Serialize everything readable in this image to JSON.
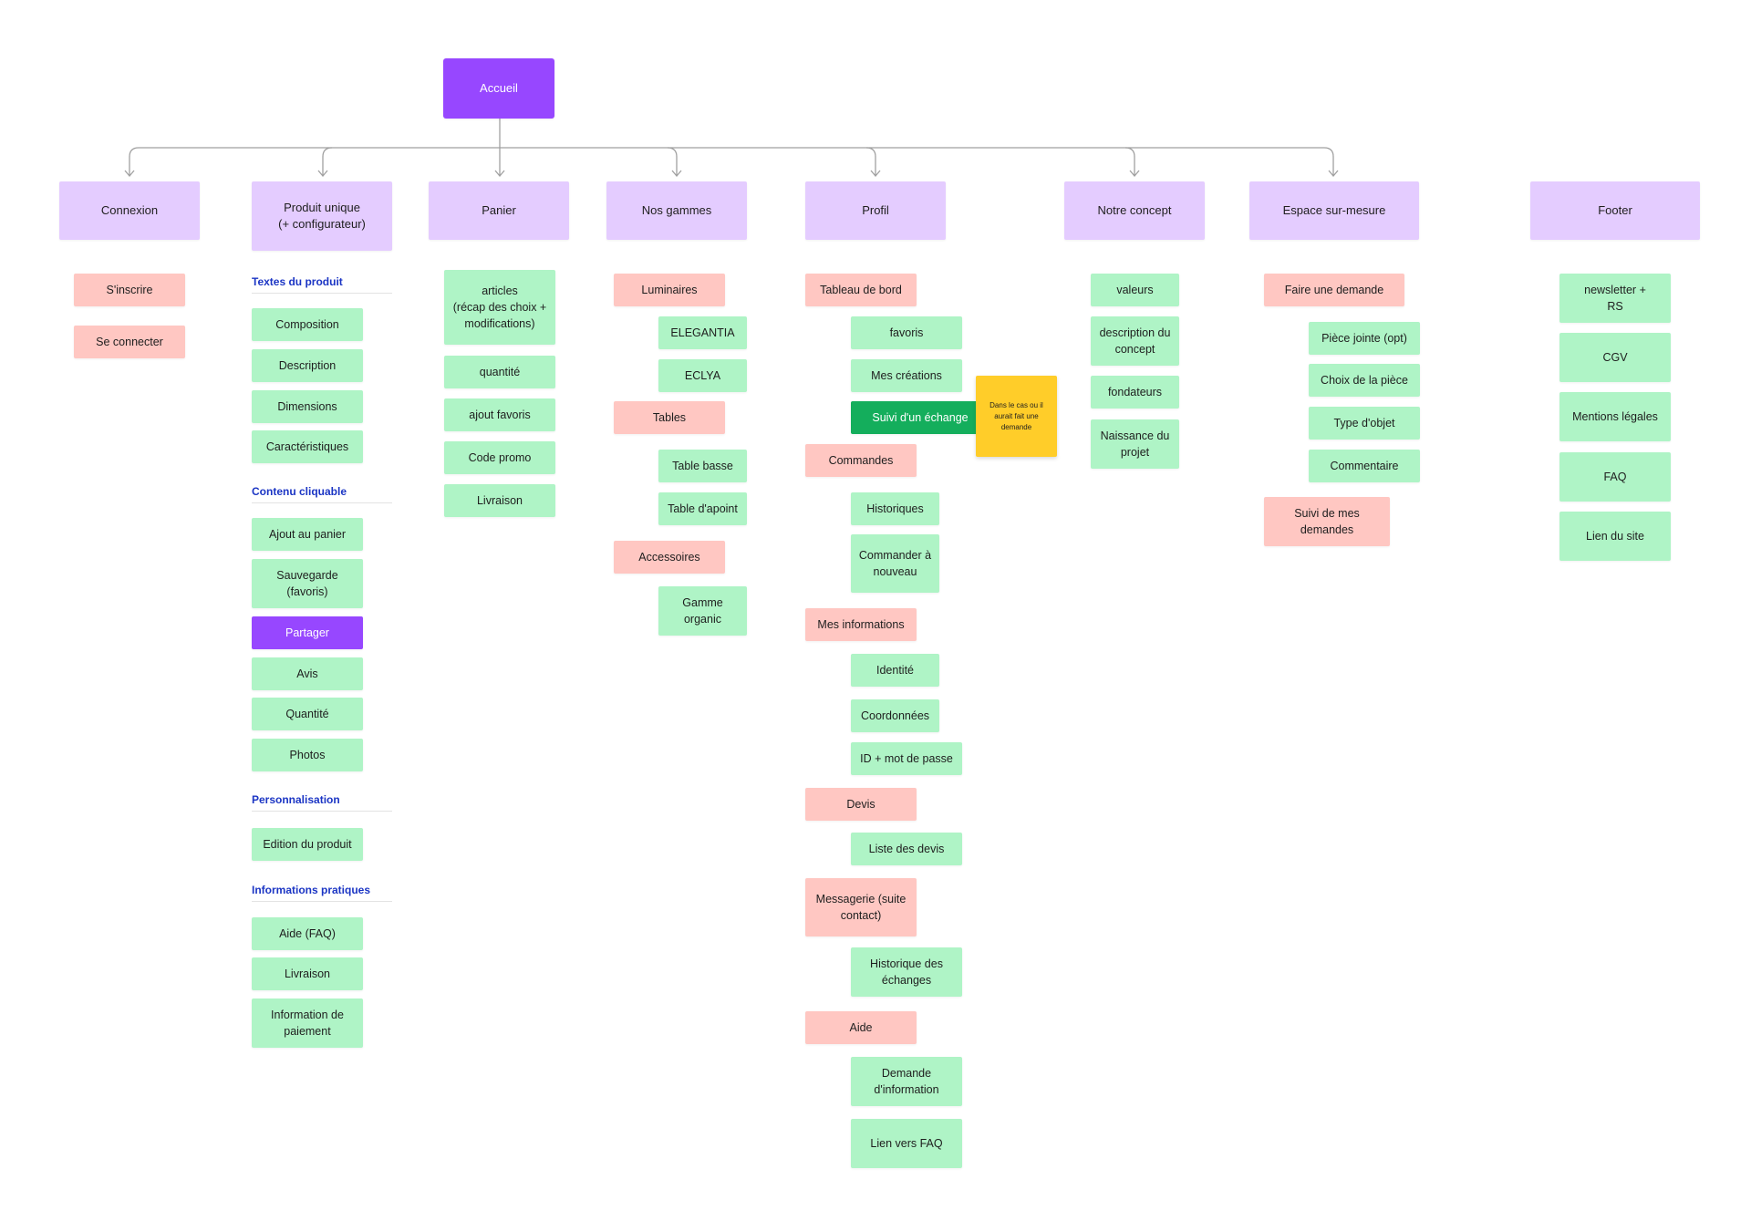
{
  "root": {
    "label": "Accueil"
  },
  "sections": {
    "connexion": "Connexion",
    "produit": "Produit unique\n(+ configurateur)",
    "panier": "Panier",
    "gammes": "Nos gammes",
    "profil": "Profil",
    "concept": "Notre concept",
    "surmesure": "Espace sur-mesure",
    "footer": "Footer"
  },
  "connexion": {
    "sinscrire": "S'inscrire",
    "seconnecter": "Se connecter"
  },
  "produit": {
    "headers": {
      "textes": "Textes du produit",
      "contenu": "Contenu cliquable",
      "perso": "Personnalisation",
      "infos": "Informations pratiques"
    },
    "composition": "Composition",
    "description": "Description",
    "dimensions": "Dimensions",
    "caracteristiques": "Caractéristiques",
    "ajout_panier": "Ajout au panier",
    "sauvegarde": "Sauvegarde\n(favoris)",
    "partager": "Partager",
    "avis": "Avis",
    "quantite": "Quantité",
    "photos": "Photos",
    "edition": "Edition du produit",
    "aide": "Aide (FAQ)",
    "livraison": "Livraison",
    "paiement": "Information de\npaiement"
  },
  "panier": {
    "articles": "articles\n(récap des choix +\nmodifications)",
    "quantite": "quantité",
    "ajout_favoris": "ajout favoris",
    "code_promo": "Code promo",
    "livraison": "Livraison"
  },
  "gammes": {
    "luminaires": "Luminaires",
    "elegantia": "ELEGANTIA",
    "eclya": "ECLYA",
    "tables": "Tables",
    "table_basse": "Table basse",
    "table_appoint": "Table d'apoint",
    "accessoires": "Accessoires",
    "gamme_organic": "Gamme\norganic"
  },
  "profil": {
    "tableau": "Tableau de bord",
    "favoris": "favoris",
    "mes_creations": "Mes créations",
    "suivi_echange": "Suivi d'un échange",
    "note": "Dans le cas ou il\naurait fait une\ndemande",
    "commandes": "Commandes",
    "historiques": "Historiques",
    "commander": "Commander à\nnouveau",
    "mes_infos": "Mes informations",
    "identite": "Identité",
    "coordonnees": "Coordonnées",
    "id_mdp": "ID + mot de passe",
    "devis": "Devis",
    "liste_devis": "Liste des devis",
    "messagerie": "Messagerie (suite\ncontact)",
    "historique_echanges": "Historique des\néchanges",
    "aide": "Aide",
    "demande_info": "Demande\nd'information",
    "lien_faq": "Lien vers FAQ"
  },
  "concept": {
    "valeurs": "valeurs",
    "description": "description du\nconcept",
    "fondateurs": "fondateurs",
    "naissance": "Naissance du\nprojet"
  },
  "surmesure": {
    "faire_demande": "Faire une demande",
    "piece_jointe": "Pièce jointe (opt)",
    "choix_piece": "Choix de la pièce",
    "type_objet": "Type d'objet",
    "commentaire": "Commentaire",
    "suivi_demandes": "Suivi de mes\ndemandes"
  },
  "footer": {
    "newsletter": "newsletter +\nRS",
    "cgv": "CGV",
    "mentions": "Mentions légales",
    "faq": "FAQ",
    "lien_site": "Lien du site"
  },
  "colors": {
    "root": "#9747ff",
    "section": "#e4ccff",
    "pink": "#ffc7c2",
    "green": "#aff4c6",
    "green_dark": "#14ae5c",
    "yellow": "#ffcd29",
    "subheader": "#1b35c4",
    "connector": "#a0a0a0"
  }
}
